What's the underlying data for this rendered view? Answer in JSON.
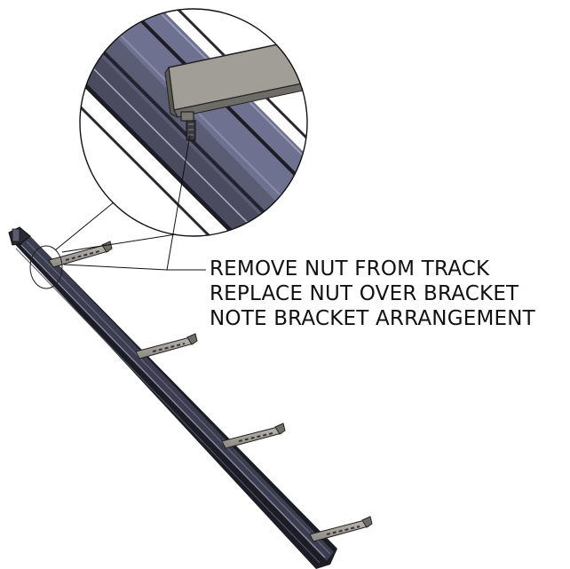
{
  "instructions": [
    "REMOVE NUT FROM TRACK",
    "REPLACE NUT OVER BRACKET",
    "NOTE BRACKET ARRANGEMENT"
  ],
  "colors": {
    "background": "#ffffff",
    "track_dark": "#1c1c24",
    "track_face": "#4a4b5e",
    "track_light": "#8a8ca6",
    "bracket_face": "#9a9890",
    "bracket_edge": "#3a3a3a",
    "outline": "#111111"
  },
  "icons": [
    "track-rail",
    "mounting-bracket",
    "detail-magnifier",
    "nut-fastener"
  ]
}
